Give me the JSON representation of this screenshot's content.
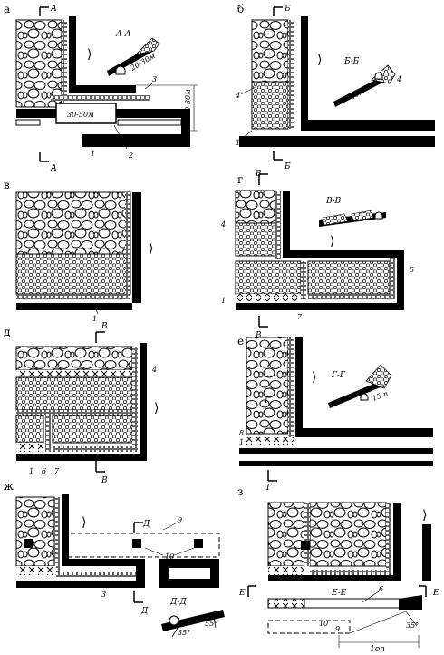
{
  "panels": {
    "a": {
      "letter": "а",
      "cut_mark": "А",
      "section_title": "А-А",
      "dim_width": "30-50м",
      "dim_height": "20-30м",
      "dim_slope": "20-30м",
      "callouts": [
        "1",
        "2",
        "3"
      ]
    },
    "b": {
      "letter": "б",
      "cut_mark": "Б",
      "section_title": "Б-Б",
      "dim_slope": "20м",
      "callouts": [
        "1",
        "4",
        "4"
      ]
    },
    "v": {
      "letter": "в",
      "callouts": [
        "1"
      ]
    },
    "g": {
      "letter": "г",
      "cut_mark": "В",
      "section_title": "В-В",
      "callouts": [
        "1",
        "4",
        "5",
        "7"
      ]
    },
    "d": {
      "letter": "д",
      "cut_mark": "В",
      "callouts": [
        "1",
        "4",
        "6",
        "7"
      ]
    },
    "e": {
      "letter": "е",
      "cut_mark": "Г",
      "section_title": "Г-Г",
      "dim_slope": "15 п",
      "callouts": [
        "1",
        "8",
        "Г"
      ]
    },
    "zh": {
      "letter": "ж",
      "cut_mark": "Д",
      "section_title": "Д-Д",
      "angle_left": "35°",
      "angle_right": "55°",
      "callouts": [
        "3",
        "9",
        "10"
      ]
    },
    "z": {
      "letter": "з",
      "cut_mark": "Е",
      "section_title": "Е-Е",
      "angle": "35°",
      "dim_length": "1оп",
      "callouts": [
        "6",
        "9",
        "10"
      ]
    }
  },
  "flow_arrow": "⟩"
}
